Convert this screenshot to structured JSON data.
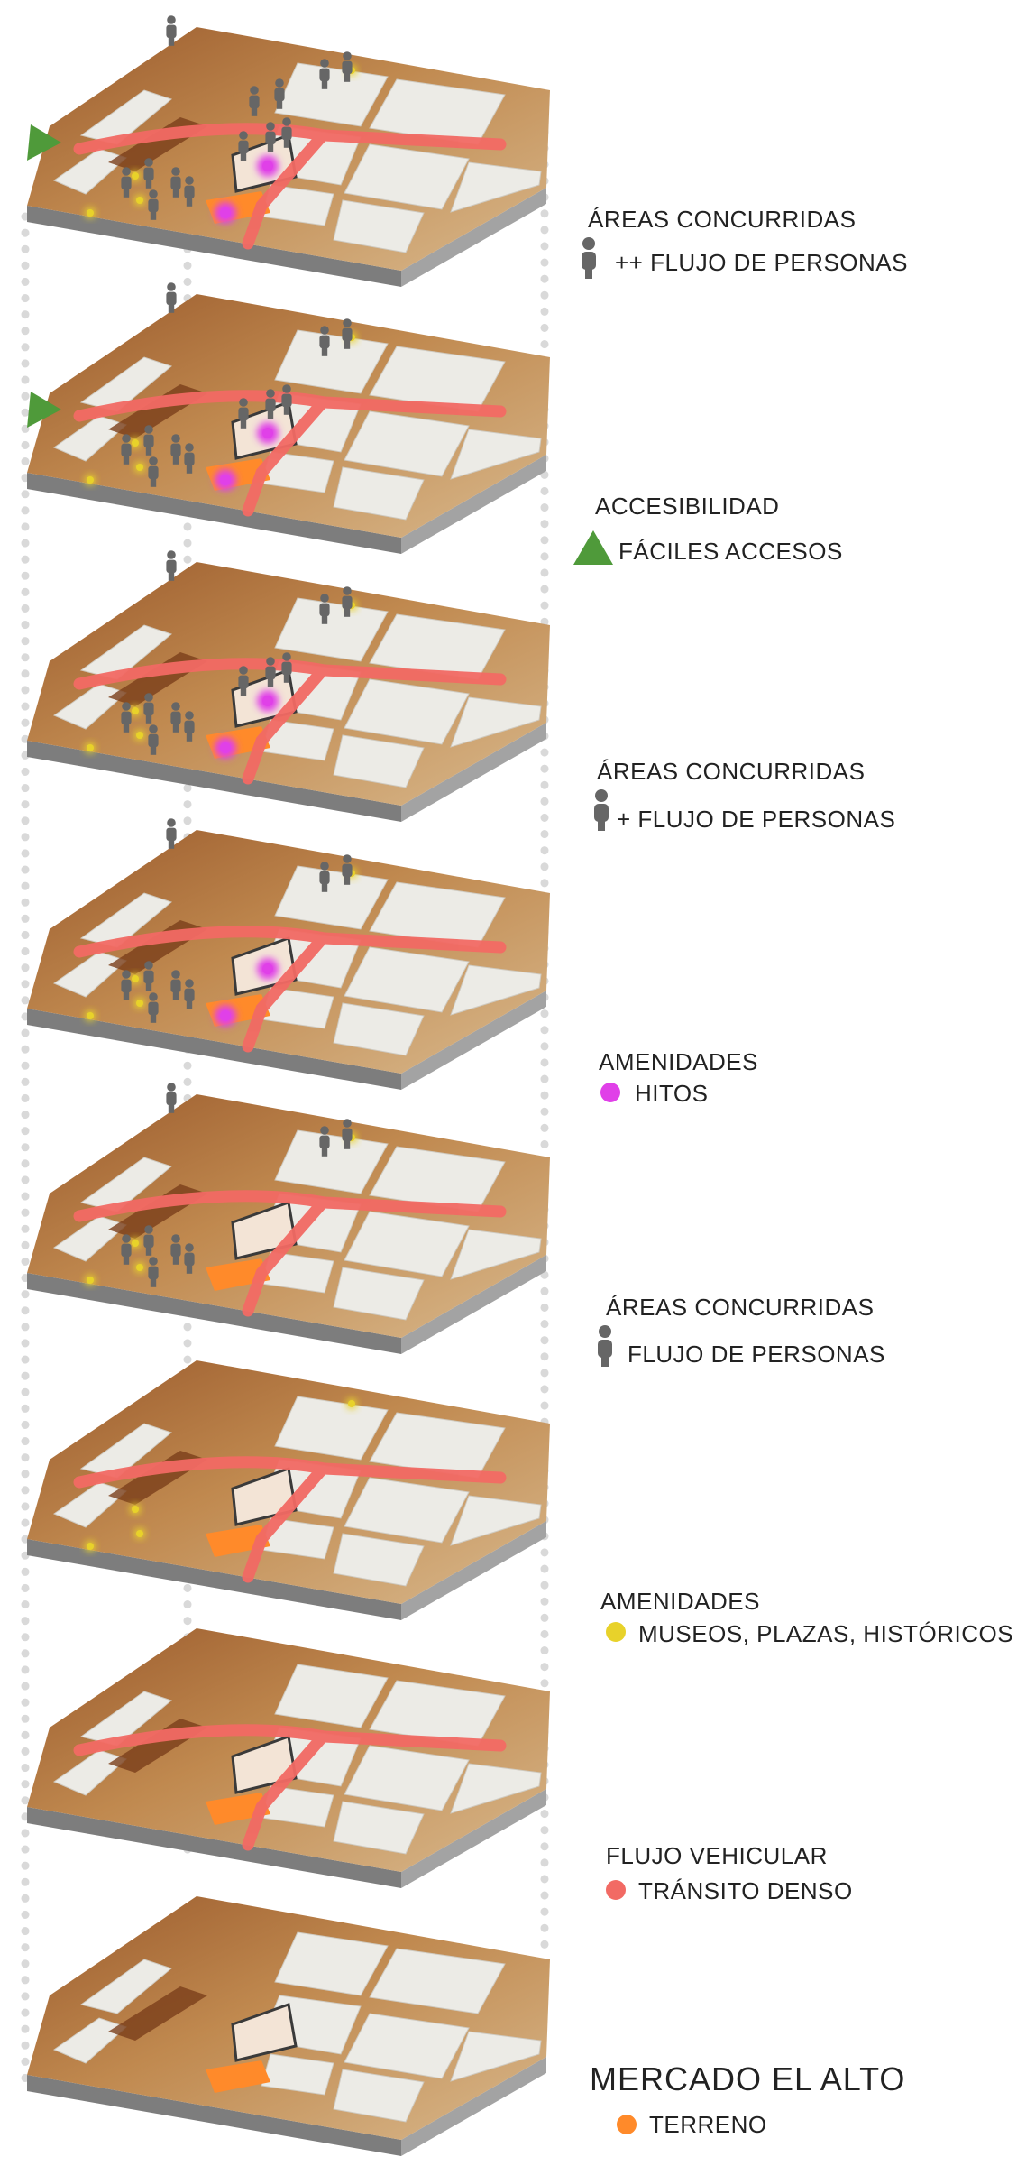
{
  "colors": {
    "traffic": "#f26a64",
    "landmark": "#e040e8",
    "amenity": "#e8d22a",
    "site": "#ff8a2a",
    "access": "#4f9a3a",
    "person": "#666666",
    "slab": "#8a8a8a",
    "dots": "#d8d8d8"
  },
  "legend": [
    {
      "title": "ÁREAS CONCURRIDAS",
      "icon": "person-icon",
      "label": "++ FLUJO DE PERSONAS"
    },
    {
      "title": "ACCESIBILIDAD",
      "icon": "triangle-icon",
      "label": "FÁCILES ACCESOS"
    },
    {
      "title": "ÁREAS CONCURRIDAS",
      "icon": "person-icon",
      "label": "+ FLUJO DE PERSONAS"
    },
    {
      "title": "AMENIDADES",
      "icon": "magenta-dot-icon",
      "label": "HITOS"
    },
    {
      "title": "ÁREAS CONCURRIDAS",
      "icon": "person-icon",
      "label": "FLUJO DE PERSONAS"
    },
    {
      "title": "AMENIDADES",
      "icon": "yellow-dot-icon",
      "label": "MUSEOS, PLAZAS, HISTÓRICOS"
    },
    {
      "title": "FLUJO VEHICULAR",
      "icon": "red-dot-icon",
      "label": "TRÁNSITO DENSO"
    },
    {
      "title": "MERCADO EL ALTO",
      "icon": "orange-dot-icon",
      "label": "TERRENO"
    }
  ]
}
